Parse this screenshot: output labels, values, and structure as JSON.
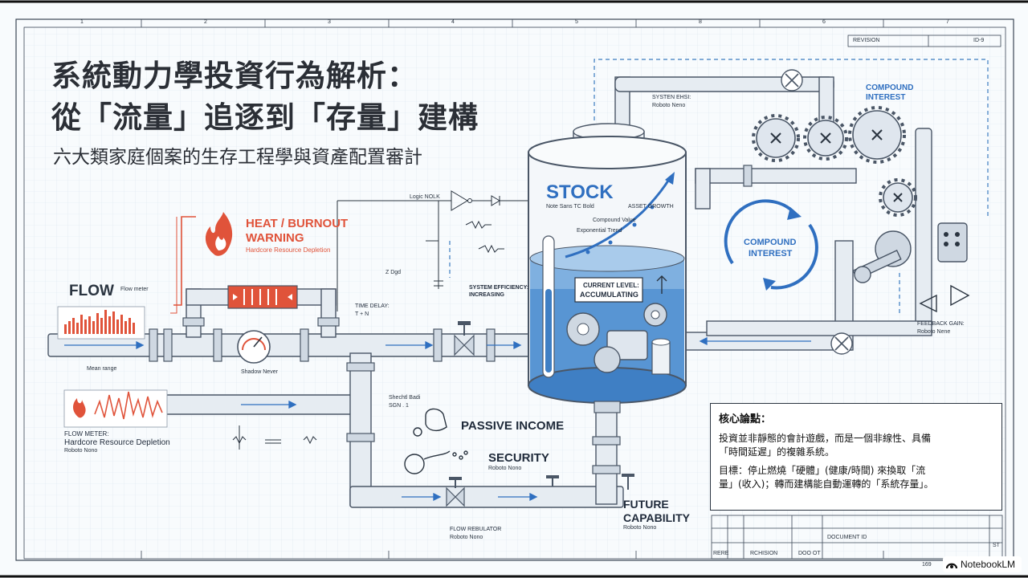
{
  "header": {
    "title_line1": "系統動力學投資行為解析：",
    "title_line2": "從「流量」追逐到「存量」建構",
    "subtitle": "六大類家庭個案的生存工程學與資產配置審計"
  },
  "frame": {
    "column_numbers": [
      "1",
      "2",
      "3",
      "4",
      "5",
      "6",
      "8",
      "7"
    ],
    "revision_label": "REVISION",
    "revision_id": "ID-9"
  },
  "labels": {
    "heat_warning_line1": "HEAT / BURNOUT",
    "heat_warning_line2": "WARNING",
    "heat_warning_sub": "Hardcore Resource Depletion",
    "flow": "FLOW",
    "flow_meter_small": "Flow meter",
    "flow_range_small": "Mean range",
    "flow_meter_title": "FLOW METER:",
    "flow_meter_sub": "Hardcore Resource Depletion",
    "flow_meter_font": "Roboto Nono",
    "shadow_small": "Shadow Never",
    "logic_gate": "Logic NOLK",
    "z_value": "Z Dgd",
    "system_efficiency": "SYSTEM EFFICIENCY:",
    "system_efficiency_val": "INCREASING",
    "time_delay": "TIME DELAY:",
    "time_delay_val": "T + N",
    "sketch_small": "Shechtl Badi",
    "sketch_small2": "SGN  . 1",
    "passive_income": "PASSIVE INCOME",
    "security": "SECURITY",
    "security_font": "Roboto Nono",
    "flow_regulator": "FLOW REBULATOR",
    "flow_regulator_font": "Roboto Nono",
    "future_capability_line1": "FUTURE",
    "future_capability_line2": "CAPABILITY",
    "future_capability_font": "Roboto Nono",
    "stock": "STOCK",
    "stock_font": "Note Sans TC Bold",
    "asset_growth": "ASSET GROWTH",
    "compound_value": "Compound Value",
    "exponential_trend": "Exponential Trend",
    "current_level_1": "CURRENT LEVEL:",
    "current_level_2": "ACCUMULATING",
    "system_ehsi": "SYSTEN EHSI:",
    "system_ehsi_font": "Roboto Neno",
    "compound_interest_top_1": "COMPOUND",
    "compound_interest_top_2": "INTEREST",
    "compound_interest_loop_1": "COMPOUND",
    "compound_interest_loop_2": "INTEREST",
    "feedback_gain": "FEEDBACK GAIN:",
    "feedback_gain_font": "Roboto Nene"
  },
  "notes": {
    "heading": "核心論點：",
    "para1_line1": "投資並非靜態的會計遊戲，而是一個非線性、具備",
    "para1_line2": "「時間延遲」的複雜系統。",
    "para2_line1": "目標：停止燃燒「硬體」(健康/時間) 來換取「流",
    "para2_line2": "量」(收入)；轉而建構能自動運轉的「系統存量」。"
  },
  "title_block": {
    "document_id": "DOCUMENT ID",
    "st": "ST",
    "rere": "RERE",
    "revision": "RCHISION",
    "code": "DOO OT",
    "num": "169"
  },
  "brand": {
    "name": "NotebookLM"
  },
  "colors": {
    "pipe": "#dfe6ee",
    "pipe_stroke": "#4a5666",
    "water": "#3f7fc4",
    "accent_red": "#e0533a",
    "arrow_blue": "#2f6fc0",
    "text_dark": "#1f2a3a"
  }
}
